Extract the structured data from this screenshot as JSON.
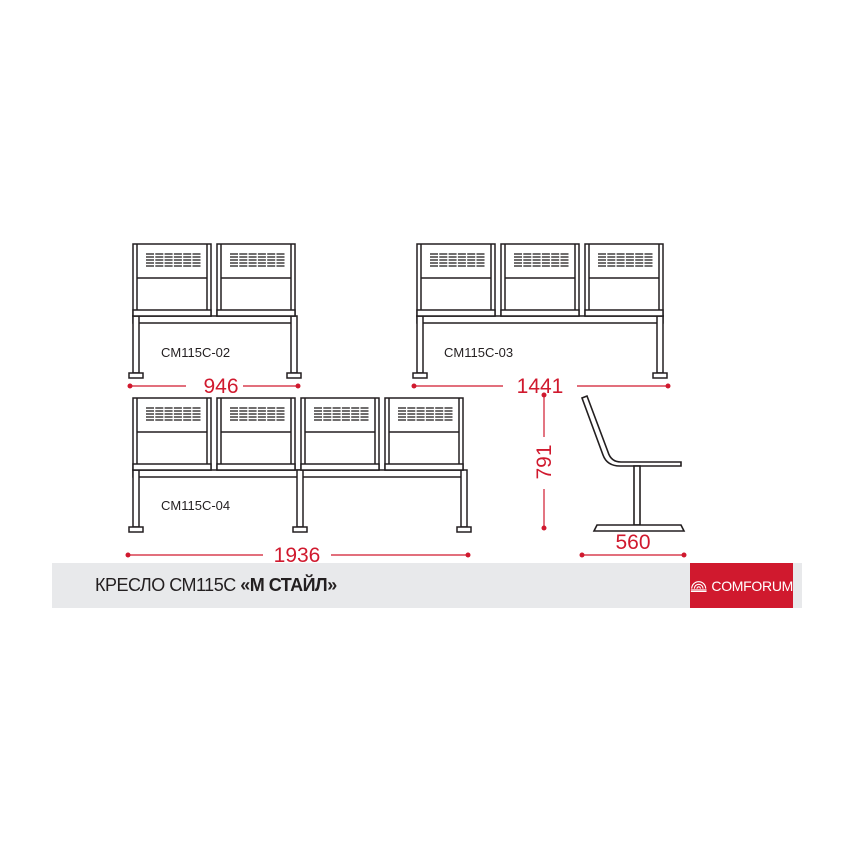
{
  "colors": {
    "accent": "#d0192e",
    "line": "#231f20",
    "bar": "#e8e9eb"
  },
  "models": [
    {
      "label": "CM115C-02",
      "seats": 2,
      "width": "946"
    },
    {
      "label": "CM115C-03",
      "seats": 3,
      "width": "1441"
    },
    {
      "label": "CM115C-04",
      "seats": 4,
      "width": "1936"
    }
  ],
  "side_view": {
    "height": "791",
    "depth": "560"
  },
  "title": {
    "prefix": "КРЕСЛО СМ115С ",
    "name": "«М СТАЙЛ»"
  },
  "logo": {
    "text": "COMFORUM"
  }
}
